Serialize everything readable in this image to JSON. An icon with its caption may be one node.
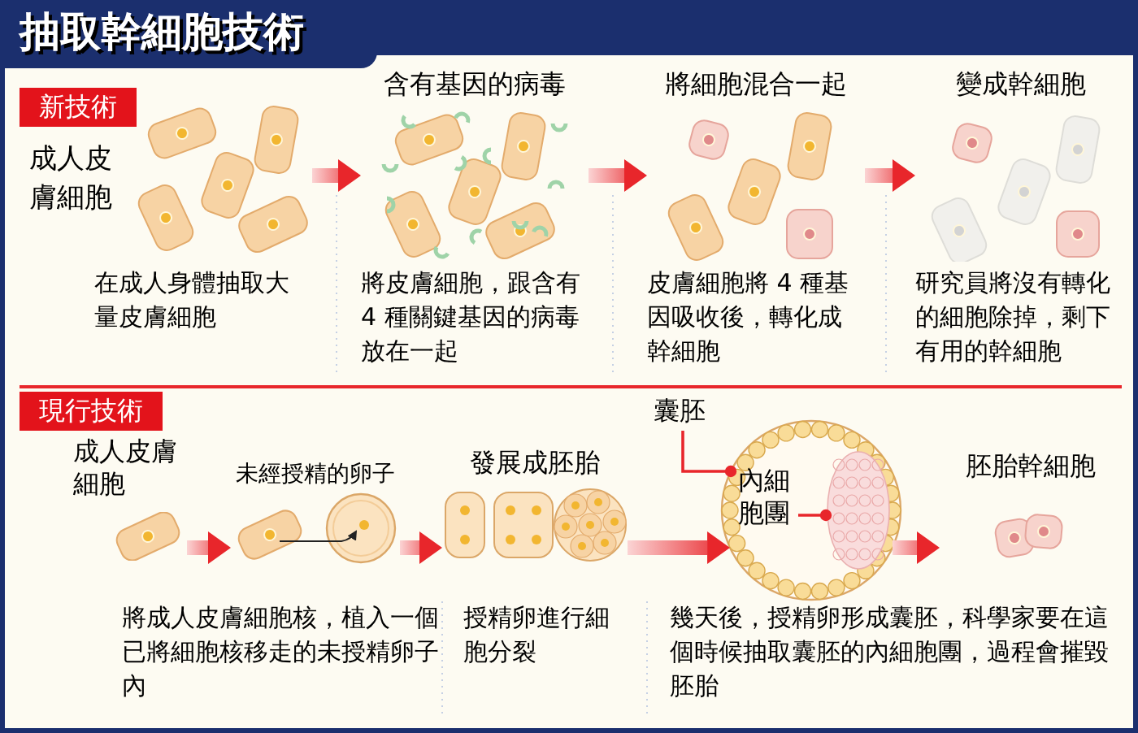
{
  "diagram": {
    "title": "抽取幹細胞技術",
    "nodes": [
      {
        "text": [
          "成人皮膚細胞",
          "在成人身體抽取大量皮膚細胞"
        ]
      },
      {
        "text": [
          "含有基因的病毒",
          "將皮膚細胞，跟含有 4 種關鍵基因的病毒放在一起"
        ]
      },
      {
        "text": [
          "將細胞混合一起",
          "皮膚細胞將 4 種基因吸收後，轉化成幹細胞"
        ]
      },
      {
        "text": [
          "變成幹細胞",
          "研究員將沒有轉化的細胞除掉，剩下有用的幹細胞"
        ]
      },
      {
        "text": [
          "成人皮膚細胞"
        ]
      },
      {
        "text": [
          "未經授精的卵子"
        ]
      },
      {
        "text": [
          "發展成胚胎"
        ]
      },
      {
        "text": [],
        "shape": "circle"
      },
      {
        "text": [
          "囊胚"
        ]
      },
      {
        "text": [
          "內細胞團"
        ],
        "in": 7
      },
      {
        "text": [],
        "shape": "picture",
        "in": 7
      },
      {
        "text": [
          "胚胎幹細胞"
        ]
      }
    ],
    "edges": [
      {
        "from": 0,
        "to": 1,
        "arrow": "to",
        "style": "thick"
      },
      {
        "from": 1,
        "to": 2,
        "arrow": "to",
        "style": "thick"
      },
      {
        "from": 2,
        "to": 3,
        "arrow": "to",
        "style": "thick"
      },
      {
        "from": 4,
        "to": 5,
        "arrow": "to",
        "style": "thick"
      },
      {
        "from": 5,
        "to": 6,
        "arrow": "to",
        "style": "thick"
      },
      {
        "from": 6,
        "to": 7,
        "arrow": "to",
        "style": "thick"
      },
      {
        "from": 7,
        "to": 11,
        "arrow": "to",
        "style": "thick"
      },
      {
        "from": 8,
        "to": 7,
        "arrow": "other"
      },
      {
        "from": 9,
        "to": 10,
        "arrow": "other"
      }
    ],
    "labels": [
      "新技術",
      "現行技術",
      "將成人皮膚細胞核，植入一個已將細胞核移走的未授精卵子內",
      "授精卵進行細胞分裂",
      "幾天後，授精卵形成囊胚，科學家要在這個時候抽取囊胚的內細胞團，過程會摧毀胚胎"
    ]
  }
}
